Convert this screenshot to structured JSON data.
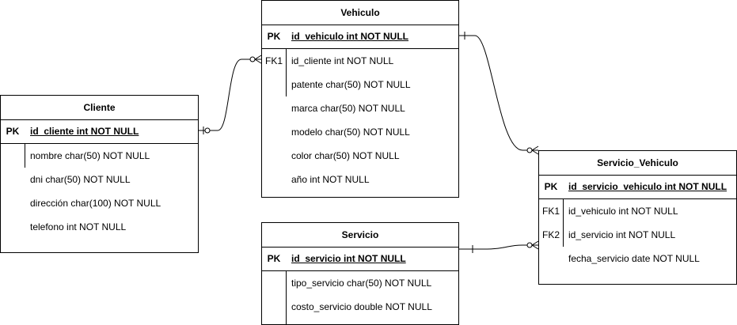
{
  "entities": {
    "vehiculo": {
      "name": "Vehiculo",
      "pk": {
        "key": "PK",
        "attr": "id_vehiculo int NOT NULL"
      },
      "rows": [
        {
          "key": "FK1",
          "attr": "id_cliente int NOT NULL"
        },
        {
          "key": "",
          "attr": "patente char(50) NOT NULL"
        },
        {
          "key": "",
          "attr": "marca char(50) NOT NULL"
        },
        {
          "key": "",
          "attr": "modelo char(50) NOT NULL"
        },
        {
          "key": "",
          "attr": "color char(50) NOT NULL"
        },
        {
          "key": "",
          "attr": "año int NOT NULL"
        }
      ]
    },
    "cliente": {
      "name": "Cliente",
      "pk": {
        "key": "PK",
        "attr": "id_cliente int NOT NULL"
      },
      "rows": [
        {
          "key": "",
          "attr": "nombre char(50) NOT NULL"
        },
        {
          "key": "",
          "attr": "dni char(50) NOT NULL"
        },
        {
          "key": "",
          "attr": "dirección char(100) NOT NULL"
        },
        {
          "key": "",
          "attr": "telefono int NOT NULL"
        }
      ]
    },
    "servicio": {
      "name": "Servicio",
      "pk": {
        "key": "PK",
        "attr": "id_servicio int NOT NULL"
      },
      "rows": [
        {
          "key": "",
          "attr": "tipo_servicio char(50) NOT NULL"
        },
        {
          "key": "",
          "attr": "costo_servicio double NOT NULL"
        }
      ]
    },
    "servicio_vehiculo": {
      "name": "Servicio_Vehiculo",
      "pk": {
        "key": "PK",
        "attr": "id_servicio_vehiculo int NOT NULL"
      },
      "rows": [
        {
          "key": "FK1",
          "attr": "id_vehiculo int NOT NULL"
        },
        {
          "key": "FK2",
          "attr": "id_servicio int NOT NULL"
        },
        {
          "key": "",
          "attr": "fecha_servicio date NOT NULL"
        }
      ]
    }
  }
}
